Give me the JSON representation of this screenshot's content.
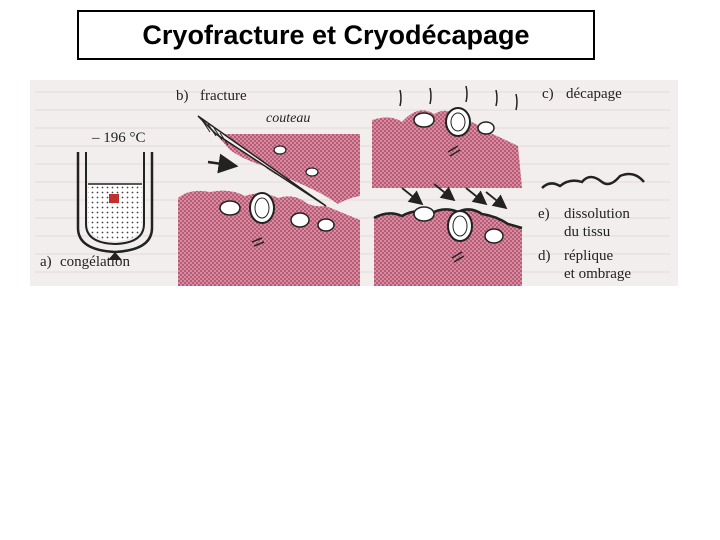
{
  "slide": {
    "title": "Cryofracture et Cryodécapage"
  },
  "figure": {
    "labels": {
      "a": "a)",
      "a_text": "congélation",
      "temperature": "– 196 °C",
      "b": "b)",
      "b_text": "fracture",
      "knife": "couteau",
      "c": "c)",
      "c_text": "décapage",
      "e": "e)",
      "e_text_1": "dissolution",
      "e_text_2": "du tissu",
      "d": "d)",
      "d_text_1": "réplique",
      "d_text_2": "et ombrage"
    },
    "colors": {
      "tissue": "#d98aa0",
      "tissue_dots": "#9c3a57",
      "background_page": "#f3eeee",
      "ink": "#222222",
      "sample": "#c0302f"
    }
  }
}
